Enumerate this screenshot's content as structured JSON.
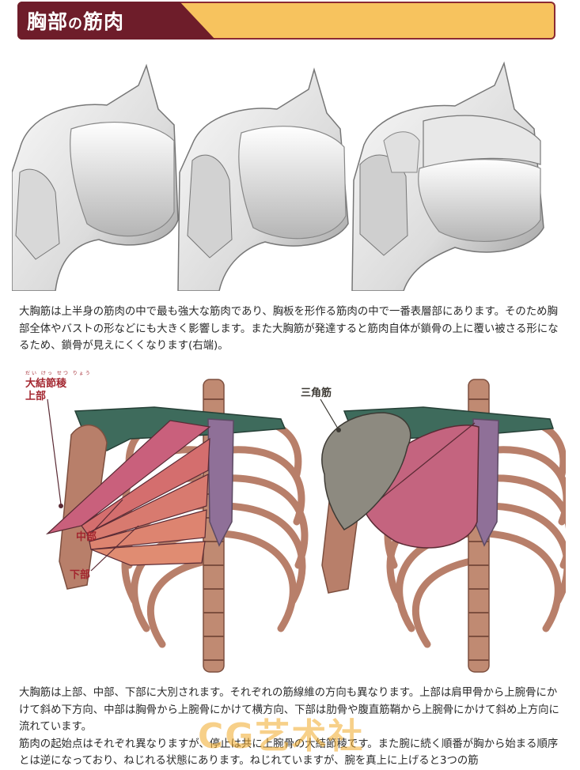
{
  "header": {
    "title_main_1": "胸部",
    "title_small": "の",
    "title_main_2": "筋肉"
  },
  "paragraph_1": "大胸筋は上半身の筋肉の中で最も強大な筋肉であり、胸板を形作る筋肉の中で一番表層部にあります。そのため胸部全体やバストの形などにも大きく影響します。また大胸筋が発達すると筋肉自体が鎖骨の上に覆い被さる形になるため、鎖骨が見えにくくなります(右端)。",
  "labels": {
    "upper_ruby": "だい けっ せつ りょう",
    "upper_line1": "大結節稜",
    "upper_line2": "上部",
    "middle": "中部",
    "lower": "下部",
    "deltoid": "三角筋"
  },
  "paragraph_2": [
    "大胸筋は上部、中部、下部に大別されます。それぞれの筋線維の方向も異なります。上部は肩甲骨から上腕骨にかけて斜め下方向、中部は胸骨から上腕骨にかけて横方向、下部は肋骨や腹直筋鞘から上腕骨にかけて斜め上方向に流れています。",
    "筋肉の起始点はそれぞれ異なりますが、停止は共に上腕骨の大結節稜です。また腕に続く順番が胸から始まる順序とは逆になっており、ねじれる状態にあります。ねじれていますが、腕を真上に上げると3つの筋"
  ],
  "watermark": "CG艺术社",
  "colors": {
    "header_dark": "#6e1d2a",
    "header_light": "#f7c35e",
    "label_red": "#a3262f",
    "bone": "#b87f6a",
    "pectoral": "#c9607c",
    "deltoid": "#8d8a80",
    "scapula": "#3e6b5c"
  }
}
